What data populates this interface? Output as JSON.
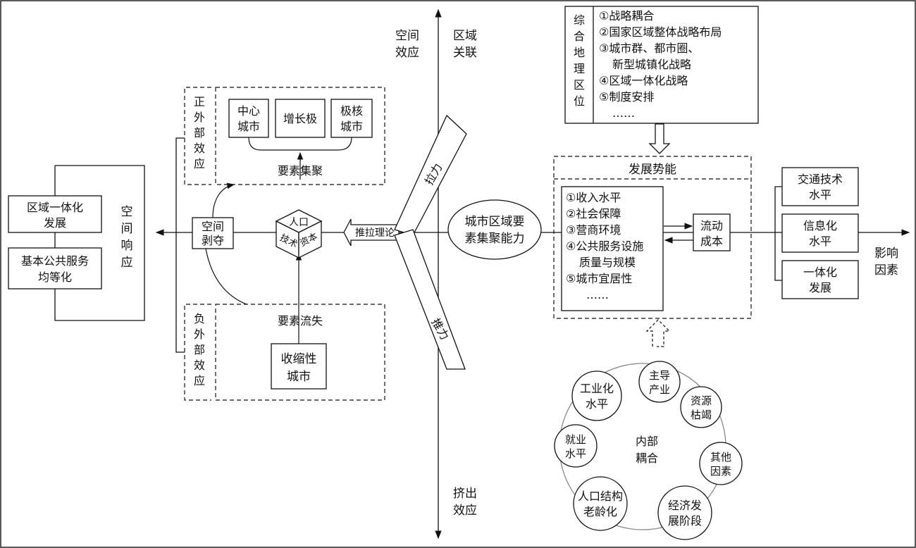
{
  "axes": {
    "left_top_label_1": "空间",
    "left_top_label_2": "效应",
    "right_top_label_1": "区域",
    "right_top_label_2": "关联",
    "bottom_label_1": "挤出",
    "bottom_label_2": "效应",
    "right_end_label_1": "影响",
    "right_end_label_2": "因素"
  },
  "left_response": {
    "title_chars": [
      "空",
      "间",
      "响",
      "应"
    ],
    "box1_lines": [
      "区域一体化",
      "发展"
    ],
    "box2_lines": [
      "基本公共服务",
      "均等化"
    ]
  },
  "positive_externality": {
    "side_chars": [
      "正",
      "外",
      "部",
      "效",
      "应"
    ],
    "box1_lines": [
      "中心",
      "城市"
    ],
    "box2_lines": [
      "增长极"
    ],
    "box3_lines": [
      "极核",
      "城市"
    ],
    "caption": "要素集聚"
  },
  "negative_externality": {
    "side_chars": [
      "负",
      "外",
      "部",
      "效",
      "应"
    ],
    "caption": "要素流失",
    "box_lines": [
      "收缩性",
      "城市"
    ]
  },
  "space_deprivation": {
    "lines": [
      "空间",
      "剥夺"
    ]
  },
  "cube": {
    "top": "人口",
    "side1": "技术",
    "side2": "资本"
  },
  "push_pull": {
    "theory": "推拉理论",
    "pull": "拉力",
    "push": "推力"
  },
  "center_ellipse": {
    "lines": [
      "城市区域要",
      "素集聚能力"
    ]
  },
  "geo_location": {
    "title_chars": [
      "综",
      "合",
      "地",
      "理",
      "区",
      "位"
    ],
    "items": [
      "①战略耦合",
      "②国家区域整体战略布局",
      "③城市群、都市圈、",
      "新型城镇化战略",
      "④区域一体化战略",
      "⑤制度安排",
      "……"
    ]
  },
  "development_potential": {
    "title": "发展势能",
    "items": [
      "①收入水平",
      "②社会保障",
      "③营商环境",
      "④公共服务设施",
      "质量与规模",
      "⑤城市宜居性",
      "……"
    ]
  },
  "flow_cost": {
    "lines": [
      "流动",
      "成本"
    ]
  },
  "influence_factors": [
    {
      "lines": [
        "交通技术",
        "水平"
      ]
    },
    {
      "lines": [
        "信息化",
        "水平"
      ]
    },
    {
      "lines": [
        "一体化",
        "发展"
      ]
    }
  ],
  "internal_coupling": {
    "center_lines": [
      "内部",
      "耦合"
    ],
    "circles": [
      {
        "lines": [
          "主导",
          "产业"
        ]
      },
      {
        "lines": [
          "资源",
          "枯竭"
        ]
      },
      {
        "lines": [
          "其他",
          "因素"
        ]
      },
      {
        "lines": [
          "经济发",
          "展阶段"
        ]
      },
      {
        "lines": [
          "人口结构",
          "老龄化"
        ]
      },
      {
        "lines": [
          "就业",
          "水平"
        ]
      },
      {
        "lines": [
          "工业化",
          "水平"
        ]
      }
    ]
  }
}
